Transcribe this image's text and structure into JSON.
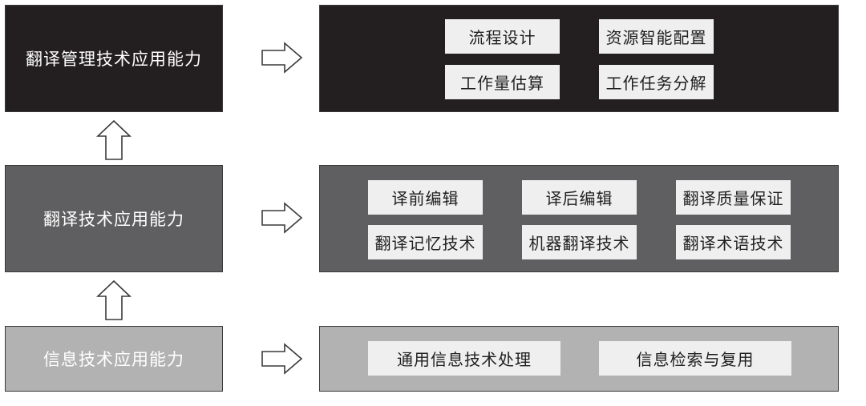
{
  "levels": {
    "top": {
      "title": "翻译管理技术应用能力",
      "items": [
        "流程设计",
        "资源智能配置",
        "工作量估算",
        "工作任务分解"
      ]
    },
    "middle": {
      "title": "翻译技术应用能力",
      "items": [
        "译前编辑",
        "译后编辑",
        "翻译质量保证",
        "翻译记忆技术",
        "机器翻译技术",
        "翻译术语技术"
      ]
    },
    "bottom": {
      "title": "信息技术应用能力",
      "items": [
        "通用信息技术处理",
        "信息检索与复用"
      ]
    }
  },
  "colors": {
    "dark": "#231f20",
    "mid": "#5f5f61",
    "light": "#b2b2b3",
    "chip": "#efefef"
  }
}
